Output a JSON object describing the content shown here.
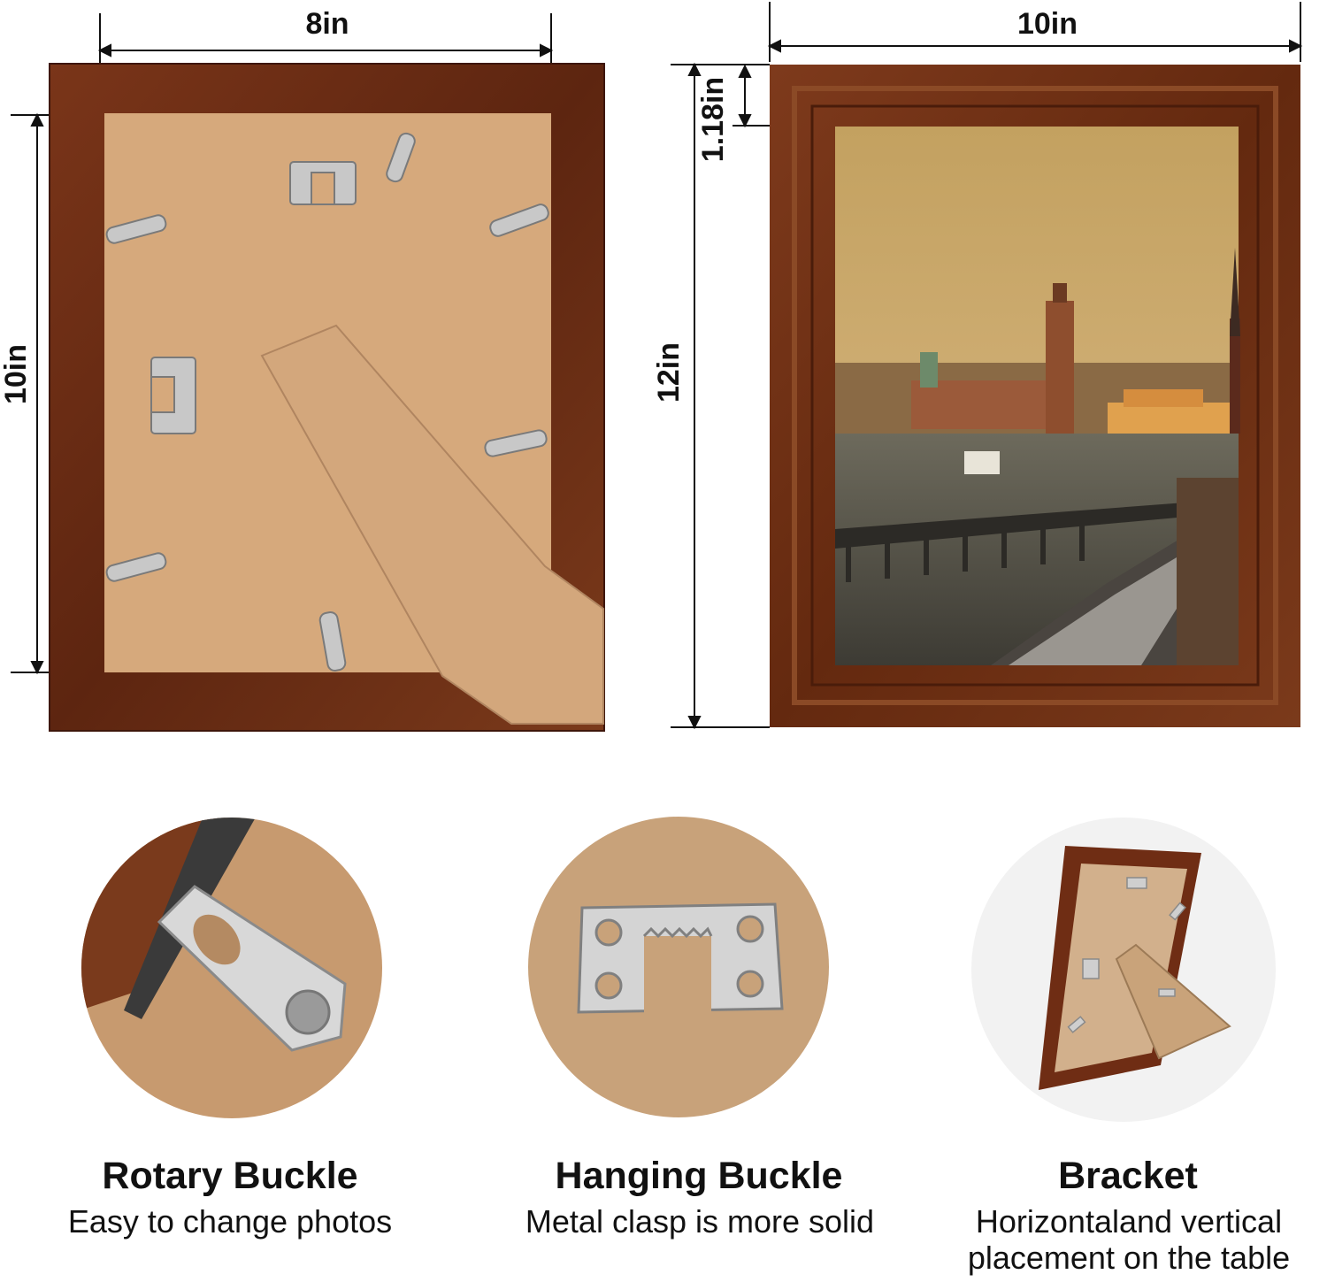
{
  "dimensions": {
    "back_width": "8in",
    "back_height": "10in",
    "front_width": "10in",
    "front_height": "12in",
    "frame_border": "1.18in"
  },
  "features": [
    {
      "title": "Rotary Buckle",
      "subtitle": "Easy to change photos"
    },
    {
      "title": "Hanging Buckle",
      "subtitle": "Metal clasp is more solid"
    },
    {
      "title": "Bracket",
      "subtitle": "Horizontaland vertical placement on the table"
    }
  ],
  "colors": {
    "frame_wood": "#6e2e14",
    "backboard": "#d6a97c",
    "metal": "#c8c8c8",
    "sky": "#c9a669"
  }
}
